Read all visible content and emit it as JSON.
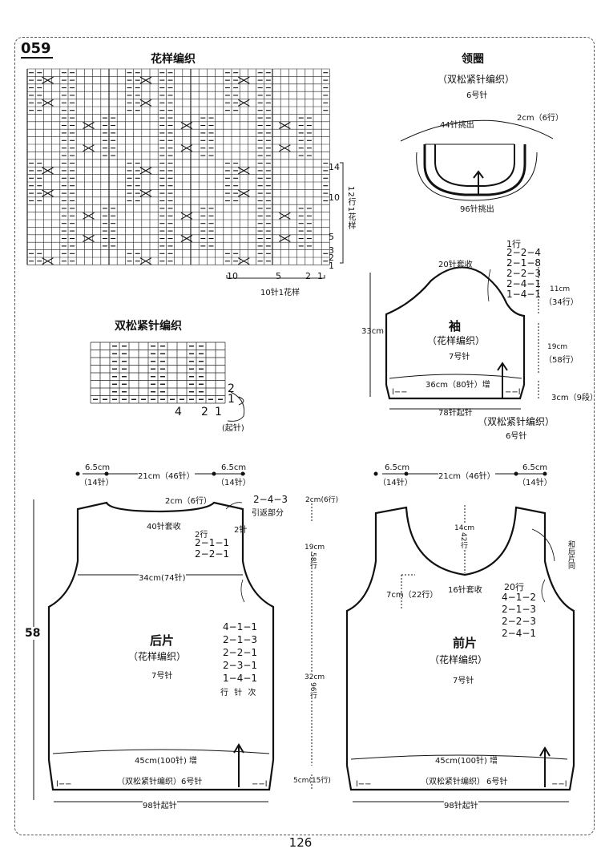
{
  "pattern_number": "059",
  "chart": {
    "title": "花样编织",
    "row_numbers": [
      "14",
      "10",
      "5",
      "3",
      "2",
      "1"
    ],
    "row_repeat": "12行1花样",
    "col_numbers": [
      "10",
      "5",
      "2",
      "1"
    ],
    "col_repeat": "10针1花样"
  },
  "double_rib": {
    "title": "双松紧针编织",
    "row_numbers": [
      "2",
      "1"
    ],
    "col_numbers": [
      "4",
      "2",
      "1"
    ],
    "start_label": "(起针)"
  },
  "collar": {
    "title": "领圈",
    "subtitle": "（双松紧针编织）",
    "needle": "6号针",
    "pickup_top": "44针挑出",
    "height": "2cm（6行）",
    "pickup_bottom": "96针挑出"
  },
  "sleeve": {
    "decrease_rows": [
      "1行",
      "2−2−4",
      "2−1−8",
      "2−2−3",
      "2−4−1",
      "1−4−1"
    ],
    "bind_off": "20针套收",
    "cap_height": "11cm",
    "cap_rows": "（34行）",
    "total_height": "33cm",
    "title": "袖",
    "pattern": "（花样编织）",
    "needle": "7号针",
    "body_height": "19cm",
    "body_rows": "（58行）",
    "width_top": "36cm（80针）增",
    "rib_height": "3cm（9段）",
    "cast_on": "78针起针",
    "rib_pattern": "（双松紧针编织）",
    "rib_needle": "6号针"
  },
  "back": {
    "shoulder_left": "6.5cm",
    "shoulder_left_sts": "（14针）",
    "neck_width": "21cm（46针）",
    "shoulder_right": "6.5cm",
    "shoulder_right_sts": "（14针）",
    "neck_depth": "2cm（6行）",
    "short_row_count": "2−4−3",
    "short_row_label": "引返部分",
    "neck_bind_off": "40针套收",
    "neck_rows_head": "2行",
    "neck_rows": [
      "2−1−1",
      "2−2−1"
    ],
    "neck_sts": "2针",
    "chest_width": "34cm(74针)",
    "total_height": "58",
    "title": "后片",
    "pattern": "（花样编织）",
    "needle": "7号针",
    "armhole_shaping": [
      "4−1−1",
      "2−1−3",
      "2−2−1",
      "2−3−1",
      "1−4−1"
    ],
    "legend": "行 针 次",
    "hem_width": "45cm(100针) 增",
    "rib_pattern": "（双松紧针编织）",
    "rib_needle": "6号针",
    "cast_on": "98针起针"
  },
  "middle_dims": {
    "top": "2cm(6行)",
    "armhole": "19cm",
    "armhole_rows": "58行",
    "body": "32cm",
    "body_rows": "96行",
    "rib": "5cm(15行)"
  },
  "front": {
    "shoulder_left": "6.5cm",
    "shoulder_left_sts": "（14针）",
    "neck_width": "21cm（46针）",
    "shoulder_right": "6.5cm",
    "shoulder_right_sts": "（14针）",
    "neck_depth": "14cm",
    "neck_depth_rows": "42行",
    "same_as_back": "和后片同",
    "neck_offset": "7cm（22行）",
    "neck_bind_off": "16针套收",
    "neck_rows_head": "20行",
    "neck_rows": [
      "4−1−2",
      "2−1−3",
      "2−2−3",
      "2−4−1"
    ],
    "title": "前片",
    "pattern": "（花样编织）",
    "needle": "7号针",
    "hem_width": "45cm(100针) 增",
    "rib_pattern": "（双松紧针编织）",
    "rib_needle": "6号针",
    "cast_on": "98针起针"
  },
  "page_number": "126"
}
